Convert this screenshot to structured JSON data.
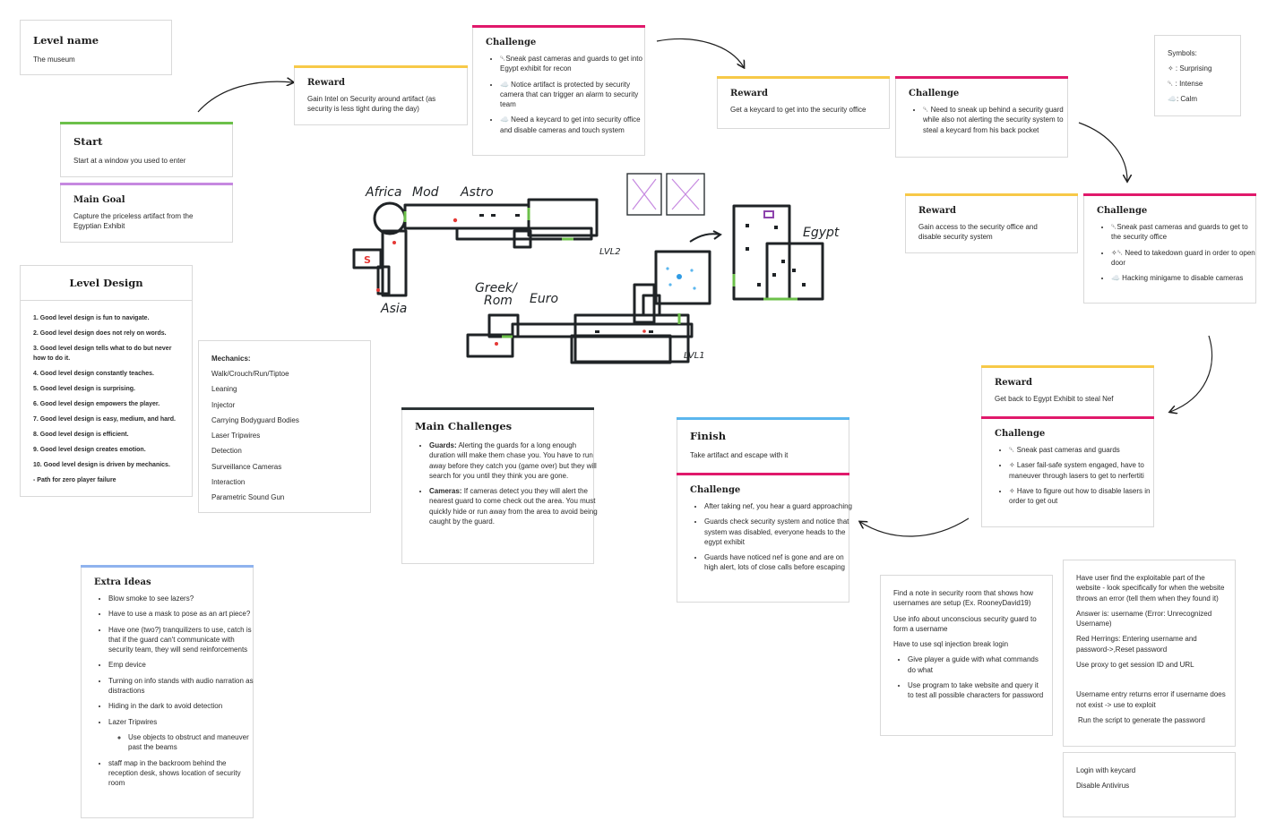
{
  "colors": {
    "green": "#6cc04a",
    "purple": "#c689e0",
    "yellow": "#f7c948",
    "pink": "#e0196b",
    "blue": "#5bb6ee",
    "lightblue": "#8fb3ee",
    "dark": "#2d3436",
    "ink": "#1f1f1f"
  },
  "level_name": {
    "title": "Level name",
    "text": "The museum"
  },
  "start": {
    "title": "Start",
    "text": "Start at a window you used to enter"
  },
  "main_goal": {
    "title": "Main Goal",
    "text": "Capture the priceless artifact from the Egyptian Exhibit"
  },
  "reward1": {
    "title": "Reward",
    "text": "Gain Intel on Security around artifact (as security is less tight during the day)"
  },
  "challenge1": {
    "title": "Challenge",
    "items": [
      "␡Sneak past cameras and guards to get into Egypt exhibit for recon",
      "☁️ Notice artifact is protected by security camera that can trigger an alarm to security team",
      "☁️ Need a keycard to get into security office and disable cameras and touch system"
    ]
  },
  "reward2": {
    "title": "Reward",
    "text": "Get a keycard to get into the security office"
  },
  "challenge2": {
    "title": "Challenge",
    "items": [
      "␡ Need to sneak up behind a security guard while also not alerting the security system to steal a keycard from his back pocket"
    ]
  },
  "symbols": {
    "title": "Symbols:",
    "items": [
      "✧ : Surprising",
      "␡ : Intense",
      "☁️: Calm"
    ]
  },
  "reward3": {
    "title": "Reward",
    "text": "Gain access to the security office and disable security system"
  },
  "challenge3": {
    "title": "Challenge",
    "items": [
      "␡Sneak past cameras and guards to get to the security office",
      "✧␡ Need to takedown guard in order to open door",
      "☁️ Hacking minigame to disable cameras"
    ]
  },
  "reward4": {
    "title": "Reward",
    "text": "Get back to Egypt Exhibit to steal Nef"
  },
  "challenge4": {
    "title": "Challenge",
    "items": [
      "␡ Sneak past cameras and guards",
      "✧ Laser fail-safe system engaged, have to maneuver through lasers to get to nerfertiti",
      "✧ Have to figure out how to disable lasers in order to get out"
    ]
  },
  "finish": {
    "title": "Finish",
    "text": "Take artifact and escape with it"
  },
  "challenge5": {
    "title": "Challenge",
    "items": [
      "After taking nef, you hear a guard approaching",
      "Guards check security system and notice that system was disabled, everyone heads to the egypt exhibit",
      "Guards have noticed nef is gone and are on high alert, lots of close calls before escaping"
    ]
  },
  "level_design": {
    "title": "Level Design",
    "items": [
      "1. Good level design is fun to navigate.",
      "2. Good level design does not rely on words.",
      "3. Good level design tells what to do but never how to do it.",
      "4. Good level design constantly teaches.",
      "5. Good level design is surprising.",
      "6. Good level design empowers the player.",
      "7. Good level design is easy, medium, and hard.",
      "8. Good level design is efficient.",
      "9. Good level design creates emotion.",
      "10. Good level design is driven by mechanics.",
      "- Path for zero player failure"
    ]
  },
  "mechanics": {
    "title": "Mechanics:",
    "items": [
      "Walk/Crouch/Run/Tiptoe",
      "Leaning",
      "Injector",
      "Carrying Bodyguard Bodies",
      "Laser Tripwires",
      "Detection",
      "Surveillance Cameras",
      "Interaction",
      "Parametric Sound Gun"
    ]
  },
  "main_challenges": {
    "title": "Main Challenges",
    "items": [
      {
        "label": "Guards:",
        "text": " Alerting the guards for a long enough duration will make them chase you. You have to run away before they catch you (game over) but they will search for you until they think you are gone."
      },
      {
        "label": "Cameras:",
        "text": " If cameras detect you they will alert the nearest guard to come check out the area. You must quickly hide or run away from the area to avoid being caught by the guard."
      }
    ]
  },
  "extra_ideas": {
    "title": "Extra Ideas",
    "items": [
      "Blow smoke to see lazers?",
      "Have to use a mask to pose as an art piece?",
      "Have one (two?) tranquilizers to use, catch is that if the guard can't communicate with security team, they will send reinforcements",
      "Emp device",
      "Turning on info stands with audio narration as distractions",
      "Hiding in the dark to avoid detection",
      "Lazer Tripwires"
    ],
    "sub_items": [
      "Use objects to obstruct and maneuver past the beams"
    ],
    "items_after": [
      "staff map in the backroom behind the reception desk, shows location of security room"
    ]
  },
  "note_left": {
    "paras": [
      "Find a note in security room that shows how usernames are setup (Ex. RooneyDavid19)",
      "Use info about unconscious security guard to form a username",
      "Have to use sql injection break login"
    ],
    "items": [
      "Give player a guide with what commands do what",
      "Use program to take website and query it to test all possible characters for password"
    ]
  },
  "note_right": {
    "paras": [
      "Have user find the exploitable part of the website - look specifically for when the website throws an error (tell them when they found it)",
      "Answer is: username (Error: Unrecognized Username)",
      "Red Herrings: Entering username and password->,Reset password",
      "Use proxy to get session ID and URL",
      "Username entry returns error if username does not exist -> use to exploit",
      "Run the script to generate the password"
    ]
  },
  "note_bottom": {
    "paras": [
      "Login with keycard",
      "Disable Antivirus"
    ]
  },
  "map_labels": {
    "africa": "Africa",
    "mod": "Mod",
    "astro": "Astro",
    "asia": "Asia",
    "greek": "Greek/",
    "rom": "Rom",
    "euro": "Euro",
    "egypt": "Egypt",
    "lvl2": "LVL2",
    "lvl1": "LVL1",
    "s": "S"
  }
}
